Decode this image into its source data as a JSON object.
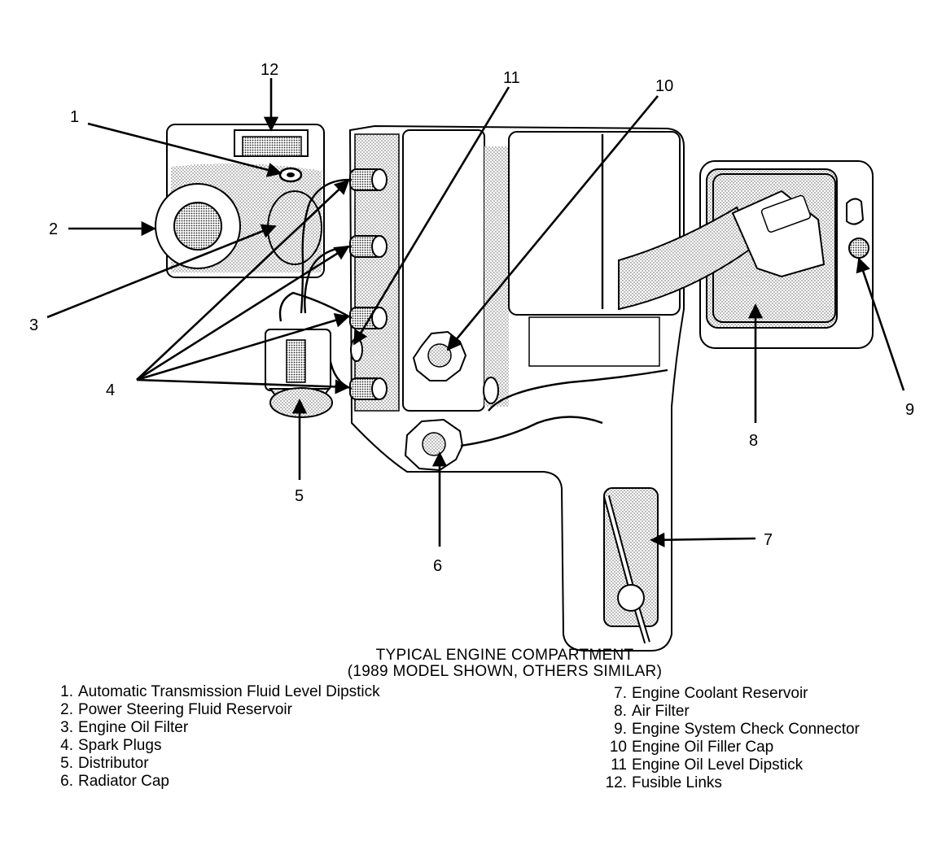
{
  "diagram": {
    "caption_line1": "TYPICAL ENGINE COMPARTMENT",
    "caption_line2": "(1989 MODEL SHOWN, OTHERS SIMILAR)",
    "callouts": [
      "1",
      "2",
      "3",
      "4",
      "5",
      "6",
      "7",
      "8",
      "9",
      "10",
      "11",
      "12"
    ]
  },
  "legend": {
    "left": [
      {
        "num": "1.",
        "label": "Automatic Transmission Fluid Level Dipstick"
      },
      {
        "num": "2.",
        "label": "Power Steering Fluid Reservoir"
      },
      {
        "num": "3.",
        "label": "Engine Oil Filter"
      },
      {
        "num": "4.",
        "label": "Spark Plugs"
      },
      {
        "num": "5.",
        "label": "Distributor"
      },
      {
        "num": "6.",
        "label": "Radiator Cap"
      }
    ],
    "right": [
      {
        "num": "7.",
        "label": "Engine Coolant Reservoir"
      },
      {
        "num": "8.",
        "label": "Air Filter"
      },
      {
        "num": "9.",
        "label": "Engine System Check Connector"
      },
      {
        "num": "10",
        "label": "Engine Oil Filler Cap"
      },
      {
        "num": "11",
        "label": "Engine Oil Level Dipstick"
      },
      {
        "num": "12.",
        "label": "Fusible Links"
      }
    ]
  }
}
